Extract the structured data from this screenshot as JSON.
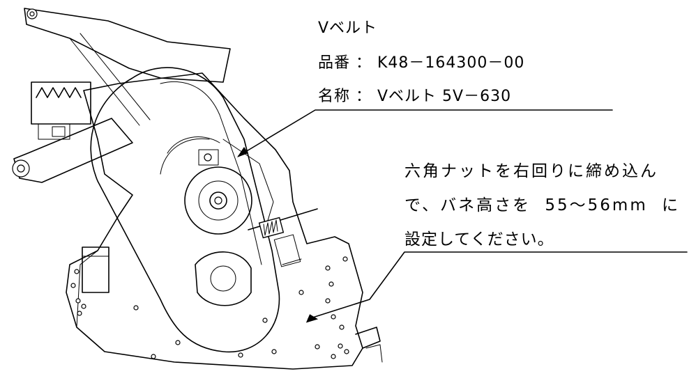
{
  "belt_info": {
    "title": "Vベルト",
    "part_number_line": "品番 ： K48－164300－00",
    "name_line": "名称 ： Vベルト 5V－630"
  },
  "adjust_note": {
    "line1": "六角ナットを右回りに締め込ん",
    "line2": "で、バネ高さを 55～56mm に",
    "line3": "設定してください。"
  }
}
